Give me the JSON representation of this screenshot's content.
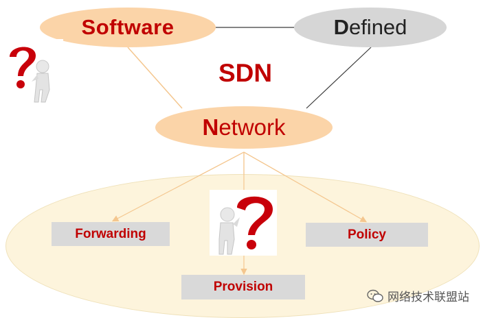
{
  "title": "SDN",
  "nodes": {
    "software": {
      "label": "Software"
    },
    "defined": {
      "first_letter": "D",
      "rest": "efined"
    },
    "network": {
      "first_letter": "N",
      "rest": "etwork"
    }
  },
  "functions": {
    "forwarding": "Forwarding",
    "policy": "Policy",
    "provision": "Provision"
  },
  "watermark": {
    "text": "网络技术联盟站",
    "icon": "wechat-icon"
  },
  "colors": {
    "accent_red": "#c00000",
    "node_orange": "#fbd4a8",
    "node_gray": "#d6d6d6",
    "ellipse_fill": "#fdf4dc",
    "box_gray": "#d9d9d9"
  }
}
